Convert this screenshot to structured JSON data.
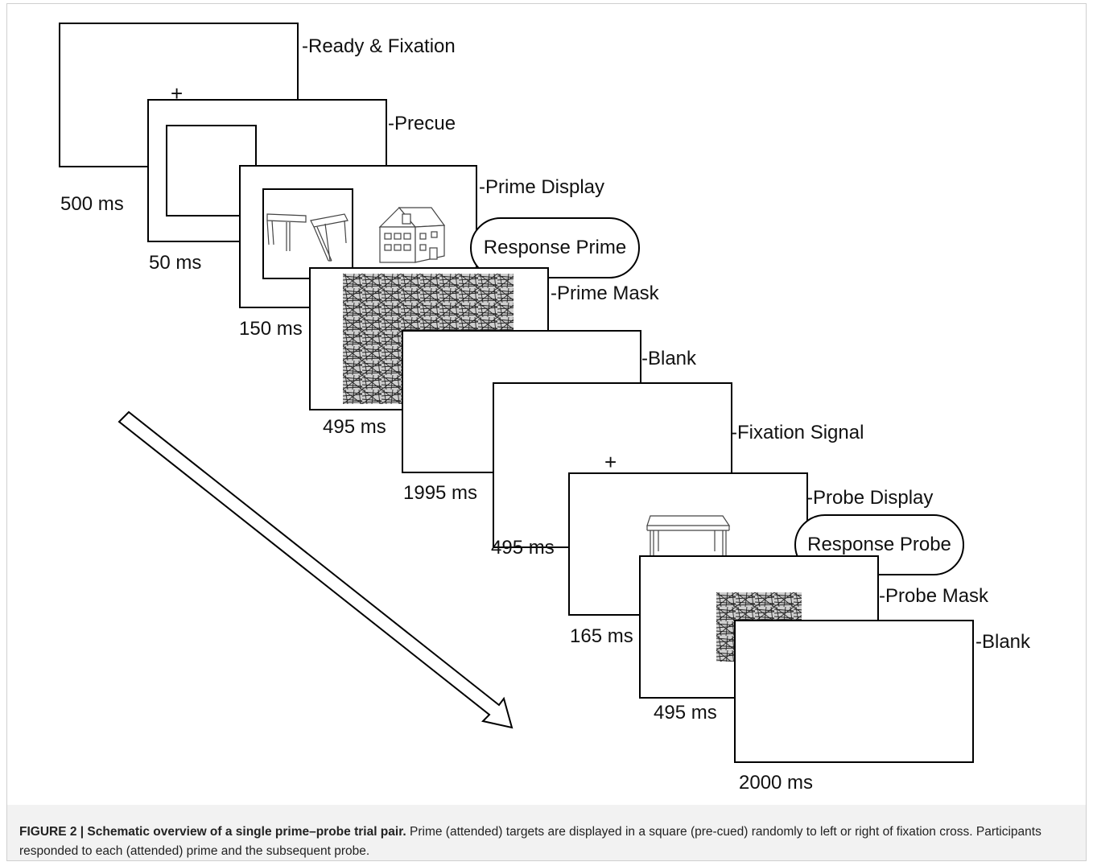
{
  "diagram": {
    "screens": [
      {
        "label": "-Ready & Fixation",
        "duration": "500 ms"
      },
      {
        "label": "-Precue",
        "duration": "50 ms"
      },
      {
        "label": "-Prime Display",
        "duration": "150 ms"
      },
      {
        "label": "-Prime Mask",
        "duration": "495 ms"
      },
      {
        "label": "-Blank",
        "duration": "1995 ms"
      },
      {
        "label": "-Fixation Signal",
        "duration": "495 ms"
      },
      {
        "label": "-Probe Display",
        "duration": "165 ms"
      },
      {
        "label": "-Probe Mask",
        "duration": "495 ms"
      },
      {
        "label": "-Blank",
        "duration": "2000 ms"
      }
    ],
    "responses": {
      "prime": "Response Prime",
      "probe": "Response Probe"
    },
    "fixation_symbol": "+",
    "time_arrow_icon": "arrow-icon",
    "stimuli_icons": [
      "table-icon",
      "house-icon",
      "noise-mask",
      "table-icon",
      "noise-mask"
    ]
  },
  "caption": {
    "title": "FIGURE 2 | Schematic overview of a single prime–probe trial pair.",
    "text": " Prime (attended) targets are displayed in a square (pre-cued) randomly to left or right of fixation cross. Participants responded to each (attended) prime and the subsequent probe."
  }
}
